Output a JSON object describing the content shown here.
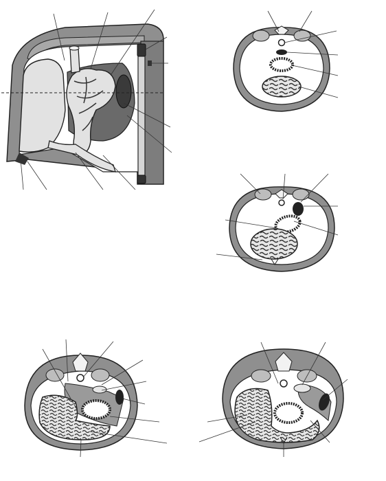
{
  "diagram": {
    "description_visible_text": [],
    "colors": {
      "wall": "#8c8c8c",
      "wall_dark": "#6f6f6f",
      "cavity": "#ffffff",
      "organ_fill": "#dedede",
      "organ_dark": "#3a3a3a",
      "outline": "#222222",
      "leader": "#333333"
    },
    "panels": [
      {
        "id": "main-view"
      },
      {
        "id": "section-a"
      },
      {
        "id": "section-b"
      },
      {
        "id": "section-c"
      },
      {
        "id": "section-d"
      }
    ]
  }
}
